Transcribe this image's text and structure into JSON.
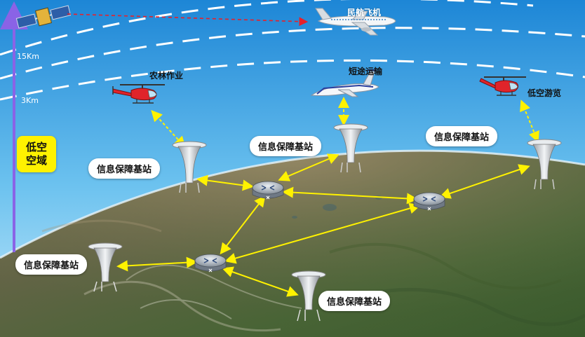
{
  "altitudes": {
    "high": "15Km",
    "low": "3Km"
  },
  "airspace_badge": {
    "line1": "低空",
    "line2": "空域"
  },
  "aircraft": {
    "airliner": "民航飞机",
    "forestry": "农林作业",
    "short_haul": "短途运输",
    "tour": "低空游览"
  },
  "stations": {
    "left_upper": "信息保障基站",
    "center_upper": "信息保障基站",
    "right_upper": "信息保障基站",
    "left_lower": "信息保障基站",
    "bottom_center": "信息保障基站"
  },
  "colors": {
    "sky_top": "#1a7fd0",
    "sky_bottom": "#9fd7f5",
    "link": "#fff200",
    "axis": "#8a63e6",
    "badge": "#fff200"
  }
}
